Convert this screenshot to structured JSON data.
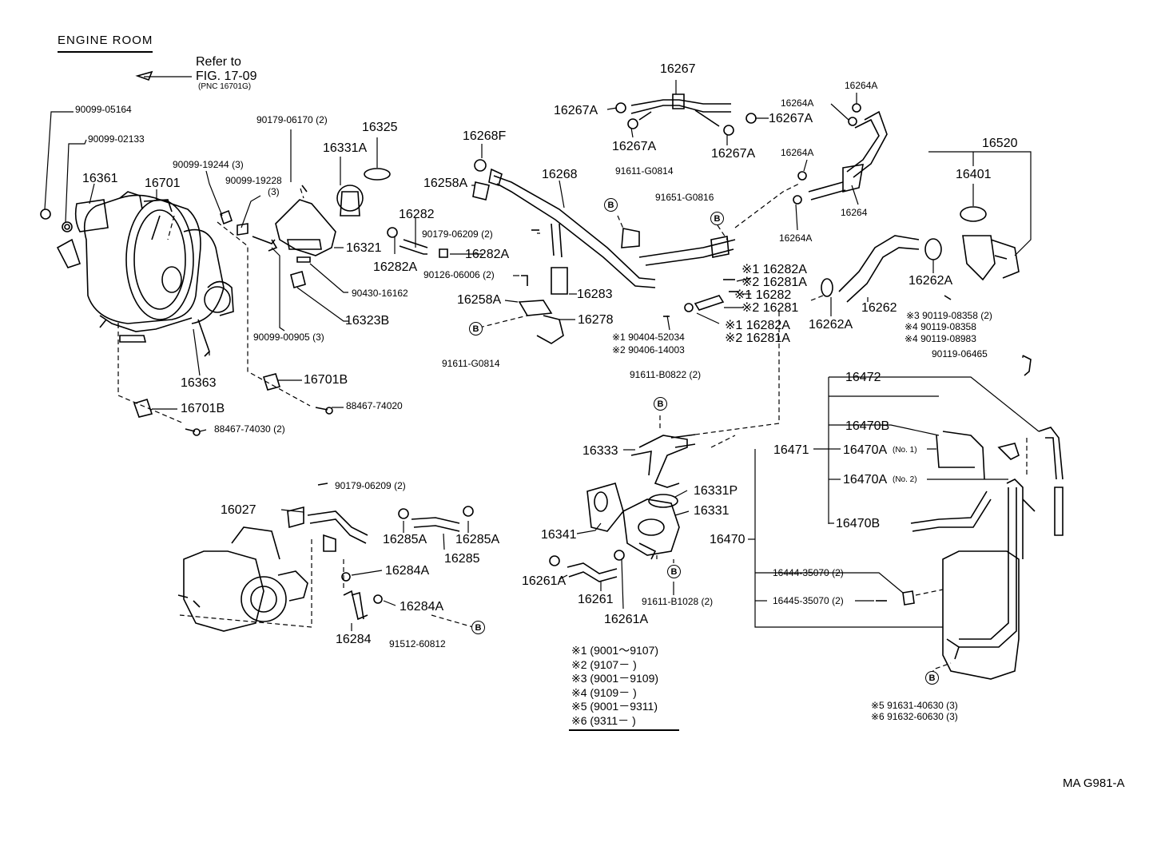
{
  "title": "ENGINE ROOM",
  "refer": {
    "line1": "Refer to",
    "line2": "FIG. 17-09",
    "line3": "(PNC  16701G)"
  },
  "diagram_code": "MA  G981-A",
  "b_marker": "B",
  "labels": {
    "p90099_05164": "90099-05164",
    "p90099_02133": "90099-02133",
    "p16361": "16361",
    "p16701": "16701",
    "p90099_19244": "90099-19244 (3)",
    "p90099_19228": "90099-19228",
    "p90099_19228_qty": "(3)",
    "p90179_06170": "90179-06170 (2)",
    "p16325": "16325",
    "p16331A": "16331A",
    "p16321": "16321",
    "p90430_16162": "90430-16162",
    "p16323B": "16323B",
    "p90099_00905": "90099-00905 (3)",
    "p16363": "16363",
    "p16701B_1": "16701B",
    "p88467_74020": "88467-74020",
    "p16701B_2": "16701B",
    "p88467_74030": "88467-74030 (2)",
    "p16268F": "16268F",
    "p16258A_1": "16258A",
    "p16268": "16268",
    "p16282": "16282",
    "p90179_06209_a": "90179-06209 (2)",
    "p16282A_a": "16282A",
    "p16282A_b": "16282A",
    "p90126_06006": "90126-06006 (2)",
    "p16283": "16283",
    "p16258A_2": "16258A",
    "p16278": "16278",
    "p91611_G0814_a": "91611-G0814",
    "p91611_G0814_b": "91611-G0814",
    "p16267": "16267",
    "p16267A_1": "16267A",
    "p16267A_2": "16267A",
    "p16267A_3": "16267A",
    "p16267A_4": "16267A",
    "p91651_G0816": "91651-G0816",
    "p16264A_1": "16264A",
    "p16264A_2": "16264A",
    "p16264A_3": "16264A",
    "p16264A_4": "16264A",
    "p16264": "16264",
    "p16282A_s1": "※1 16282A",
    "p16281A_s2": "※2 16281A",
    "p16282_s1": "※1 16282",
    "p16281_s2": "※2 16281",
    "p16282A_s1b": "※1 16282A",
    "p16281A_s2b": "※2 16281A",
    "p90404": "※1 90404-52034",
    "p90406": "※2 90406-14003",
    "p16262": "16262",
    "p16262A_1": "16262A",
    "p16262A_2": "16262A",
    "p16520": "16520",
    "p16401": "16401",
    "p90119_08358_s3": "※3 90119-08358 (2)",
    "p90119_08358_s4": "※4 90119-08358",
    "p90119_08983_s4": "※4 90119-08983",
    "p90119_06465": "90119-06465",
    "p91611_B0822": "91611-B0822 (2)",
    "p16333": "16333",
    "p16331P": "16331P",
    "p16331": "16331",
    "p16341": "16341",
    "p16261A_1": "16261A",
    "p16261": "16261",
    "p16261A_2": "16261A",
    "p91611_B1028": "91611-B1028 (2)",
    "p90179_06209_b": "90179-06209 (2)",
    "p16027": "16027",
    "p16285A_1": "16285A",
    "p16285A_2": "16285A",
    "p16285": "16285",
    "p16284A_1": "16284A",
    "p16284A_2": "16284A",
    "p16284": "16284",
    "p91512_60812": "91512-60812",
    "p16472": "16472",
    "p16470B_1": "16470B",
    "p16471": "16471",
    "p16470A_1": "16470A",
    "p16470A_1_note": "(No. 1)",
    "p16470A_2": "16470A",
    "p16470A_2_note": "(No. 2)",
    "p16470B_2": "16470B",
    "p16470": "16470",
    "p16444": "16444-35070 (2)",
    "p16445": "16445-35070 (2)",
    "p91631": "※5 91631-40630 (3)",
    "p91632": "※6 91632-60630 (3)"
  },
  "legend": [
    "※1 (9001～9107)",
    "※2 (9107－          )",
    "※3 (9001－9109)",
    "※4 (9109－          )",
    "※5 (9001－9311)",
    "※6 (9311－          )"
  ]
}
